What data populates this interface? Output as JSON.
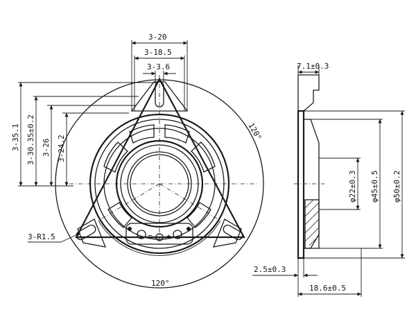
{
  "front_view": {
    "width_outer": "3-20",
    "width_mid": "3-18.5",
    "width_inner": "3-3.6",
    "h1": "3-35.1",
    "h2": "3-30.35±0.2",
    "h3": "3-26",
    "h4": "3-24.2",
    "radius": "3-R1.5",
    "angle_right": "120°",
    "angle_bottom": "120°",
    "terminal_minus": "−",
    "terminal_plus": "+"
  },
  "side_view": {
    "top_thickness": "7.1±0.3",
    "d22": "φ22±0.3",
    "d45": "φ45±0.5",
    "d50": "φ50±0.2",
    "flange": "2.5±0.3",
    "depth": "18.6±0.5"
  }
}
